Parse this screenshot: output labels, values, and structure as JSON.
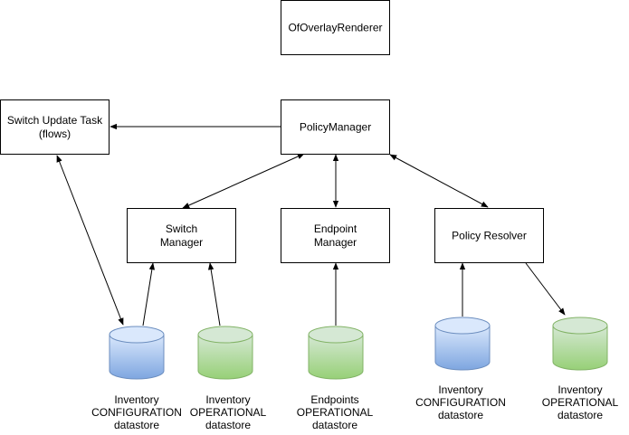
{
  "nodes": {
    "renderer": {
      "lines": [
        "OfOverlayRenderer"
      ]
    },
    "policy_manager": {
      "lines": [
        "PolicyManager"
      ]
    },
    "switch_update_task": {
      "lines": [
        "Switch Update Task",
        "(flows)"
      ]
    },
    "switch_manager": {
      "lines": [
        "Switch",
        "Manager"
      ]
    },
    "endpoint_manager": {
      "lines": [
        "Endpoint",
        "Manager"
      ]
    },
    "policy_resolver": {
      "lines": [
        "Policy Resolver"
      ]
    }
  },
  "datastores": {
    "inv_config_1": {
      "lines": [
        "Inventory",
        "CONFIGURATION",
        "datastore"
      ],
      "color": "blue"
    },
    "inv_oper_1": {
      "lines": [
        "Inventory",
        "OPERATIONAL",
        "datastore"
      ],
      "color": "green"
    },
    "endpoints_oper": {
      "lines": [
        "Endpoints",
        "OPERATIONAL",
        "datastore"
      ],
      "color": "green"
    },
    "inv_config_2": {
      "lines": [
        "Inventory",
        "CONFIGURATION",
        "datastore"
      ],
      "color": "blue"
    },
    "inv_oper_2": {
      "lines": [
        "Inventory",
        "OPERATIONAL",
        "datastore"
      ],
      "color": "green"
    }
  },
  "colors": {
    "stroke": "#000000",
    "blue_fill_top": "#dae8fc",
    "blue_fill_bottom": "#7ea6e0",
    "blue_stroke": "#6c8ebf",
    "green_fill_top": "#d5e8d4",
    "green_fill_bottom": "#97d077",
    "green_stroke": "#82b366"
  }
}
